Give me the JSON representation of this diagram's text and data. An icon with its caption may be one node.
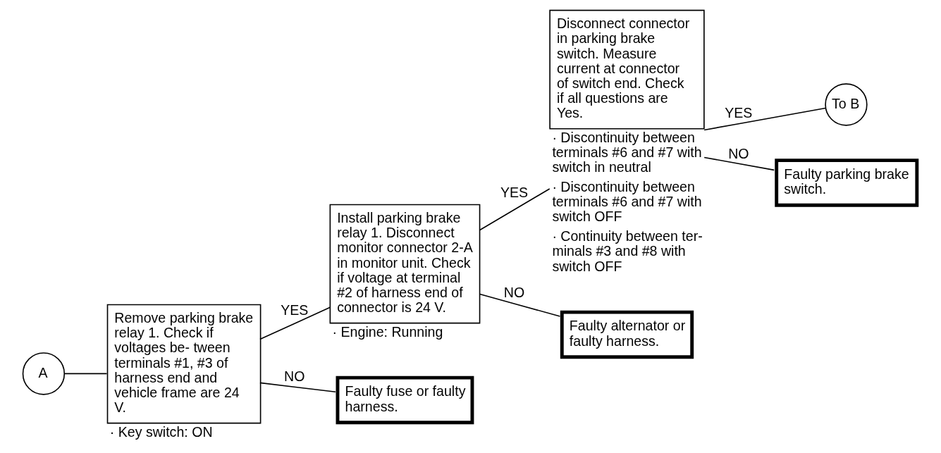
{
  "diagram": {
    "nodes": [
      {
        "text": [
          "A"
        ]
      },
      {
        "text": [
          "Remove parking brake relay 1. Check if voltages be- tween terminals #1, #3 of harness end and vehicle frame are 24 V."
        ],
        "beside": [
          "· Key switch: ON"
        ]
      },
      {
        "text": [
          "Install parking brake relay 1. Disconnect monitor connector 2-A in monitor unit. Check if voltage at terminal #2 of harness end of connector is 24 V."
        ],
        "beside": [
          "· Engine: Running"
        ]
      },
      {
        "text": [
          "Disconnect connector in parking brake switch. Measure current at connector of switch end. Check if all questions are Yes."
        ],
        "beside": [
          "· Discontinuity between terminals #6 and #7 with switch in neutral",
          "· Discontinuity between terminals #6 and #7 with switch OFF",
          "· Continuity between ter- minals #3 and #8 with switch OFF"
        ]
      },
      {
        "text": [
          "To B"
        ]
      },
      {
        "text": [
          "Faulty parking brake switch."
        ]
      },
      {
        "text": [
          "Faulty alternator or faulty harness."
        ]
      },
      {
        "text": [
          "Faulty fuse or faulty harness."
        ]
      }
    ],
    "edges": [
      {
        "from": 0,
        "to": 1,
        "arrow": "none"
      },
      {
        "from": 1,
        "to": 2,
        "arrow": "none",
        "label": "YES"
      },
      {
        "from": 1,
        "to": 7,
        "arrow": "none",
        "label": "NO"
      },
      {
        "from": 2,
        "to": 3,
        "arrow": "none",
        "label": "YES"
      },
      {
        "from": 2,
        "to": 6,
        "arrow": "none",
        "label": "NO"
      },
      {
        "from": 3,
        "to": 4,
        "arrow": "none",
        "label": "YES"
      },
      {
        "from": 3,
        "to": 5,
        "arrow": "none",
        "label": "NO"
      }
    ]
  }
}
